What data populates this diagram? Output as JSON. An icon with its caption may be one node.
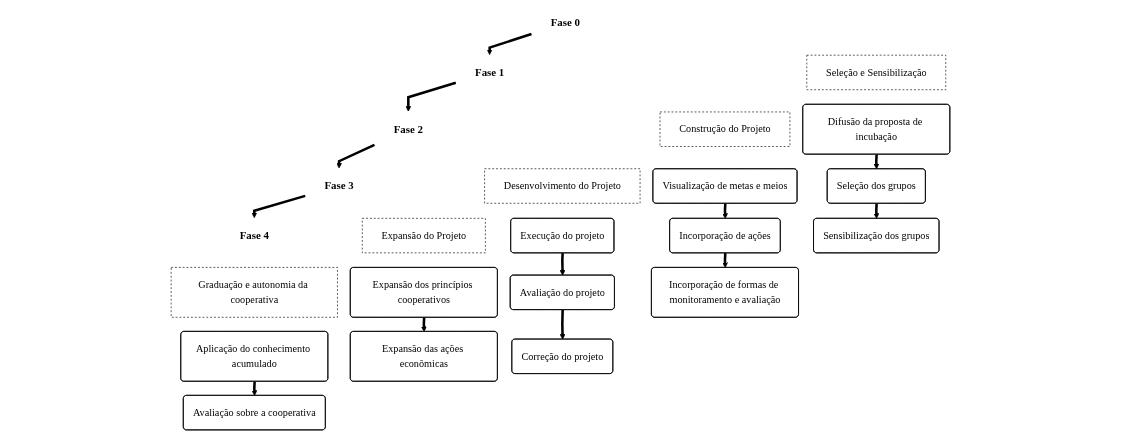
{
  "diagram": {
    "nodes": [
      {
        "text": [
          "Fase 0"
        ]
      },
      {
        "text": [
          "Fase 1"
        ]
      },
      {
        "text": [
          "Fase 2"
        ]
      },
      {
        "text": [
          "Fase 3"
        ]
      },
      {
        "text": [
          "Fase 4"
        ]
      },
      {
        "text": [
          "Seleção e Sensibilização"
        ]
      },
      {
        "text": [
          "Construção do Projeto"
        ]
      },
      {
        "text": [
          "Desenvolvimento do Projeto"
        ]
      },
      {
        "text": [
          "Expansão do Projeto"
        ]
      },
      {
        "text": [
          "Graduação e autonomia da cooperativa"
        ]
      },
      {
        "text": [
          "Difusão da proposta de incubação"
        ]
      },
      {
        "text": [
          "Seleção dos grupos"
        ]
      },
      {
        "text": [
          "Sensibilização dos grupos"
        ]
      },
      {
        "text": [
          "Visualização de metas e meios"
        ]
      },
      {
        "text": [
          "Incorporação de ações"
        ]
      },
      {
        "text": [
          "Incorporação de formas de monitoramento e avaliação"
        ]
      },
      {
        "text": [
          "Execução do projeto"
        ]
      },
      {
        "text": [
          "Avaliação do projeto"
        ]
      },
      {
        "text": [
          "Correção do projeto"
        ]
      },
      {
        "text": [
          "Expansão dos princípios cooperativos"
        ]
      },
      {
        "text": [
          "Expansão das ações econômicas"
        ]
      },
      {
        "text": [
          "Aplicação do conhecimento acumulado"
        ]
      },
      {
        "text": [
          "Avaliação sobre a cooperativa"
        ]
      }
    ],
    "edges": [
      {
        "from": 0,
        "to": 1,
        "arrow": "to"
      },
      {
        "from": 1,
        "to": 2,
        "arrow": "to"
      },
      {
        "from": 2,
        "to": 3,
        "arrow": "to"
      },
      {
        "from": 3,
        "to": 4,
        "arrow": "to"
      },
      {
        "from": 10,
        "to": 11,
        "arrow": "to"
      },
      {
        "from": 11,
        "to": 12,
        "arrow": "to"
      },
      {
        "from": 13,
        "to": 14,
        "arrow": "to"
      },
      {
        "from": 14,
        "to": 15,
        "arrow": "to"
      },
      {
        "from": 16,
        "to": 17,
        "arrow": "to"
      },
      {
        "from": 17,
        "to": 18,
        "arrow": "to"
      },
      {
        "from": 19,
        "to": 20,
        "arrow": "to"
      },
      {
        "from": 21,
        "to": 22,
        "arrow": "to"
      }
    ]
  }
}
